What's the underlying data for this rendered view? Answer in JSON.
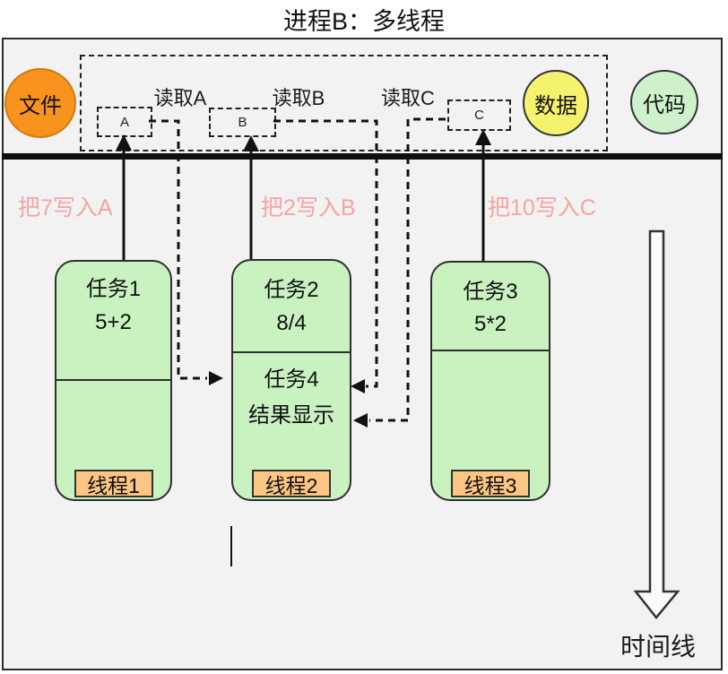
{
  "title": "进程B：多线程",
  "colors": {
    "frame_bg": "#f2f2f2",
    "file_fill": "#f8941d",
    "data_fill": "#f5f36e",
    "code_fill": "#cdf2cb",
    "task_fill": "#c9f2c0",
    "thread_label_fill": "#fbc583",
    "write_note_text": "#f7a3a3",
    "line_color": "#111111"
  },
  "nodes": {
    "file": "文件",
    "data": "数据",
    "code": "代码"
  },
  "reads": [
    {
      "label": "读取A",
      "slot": "A"
    },
    {
      "label": "读取B",
      "slot": "B"
    },
    {
      "label": "读取C",
      "slot": "C"
    }
  ],
  "writes": [
    "把7写入A",
    "把2写入B",
    "把10写入C"
  ],
  "threads": [
    {
      "task_title": "任务1",
      "task_expr": "5+2",
      "label": "线程1"
    },
    {
      "task_title": "任务2",
      "task_expr": "8/4",
      "task2_title": "任务4",
      "task2_desc": "结果显示",
      "label": "线程2"
    },
    {
      "task_title": "任务3",
      "task_expr": "5*2",
      "label": "线程3"
    }
  ],
  "timeline_label": "时间线"
}
